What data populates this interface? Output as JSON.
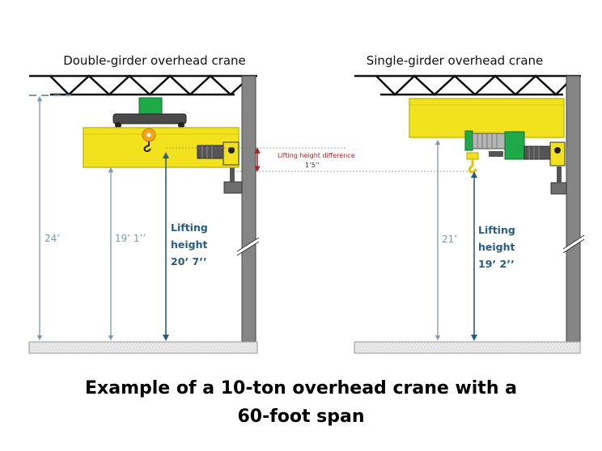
{
  "left": {
    "title": "Double-girder overhead crane",
    "dim_total": "24’",
    "dim_girder": "19’ 1’’",
    "lifting": [
      "Lifting",
      "height",
      "20’ 7’’"
    ]
  },
  "right": {
    "title": "Single-girder overhead crane",
    "dim_total": "21’",
    "lifting": [
      "Lifting",
      "height",
      "19’ 2’’"
    ]
  },
  "difference": {
    "label": "Lifting height difference",
    "value": "1’5’’"
  },
  "caption": {
    "line1": "Example of a 10-ton overhead crane with a",
    "line2": "60-foot span"
  },
  "colors": {
    "girder": "#f2e21e",
    "trolley": "#1faa4a",
    "column": "#858585",
    "dimension": "#7a9ab4",
    "lifting_arrow": "#2a5d86",
    "difference": "#b02020"
  }
}
